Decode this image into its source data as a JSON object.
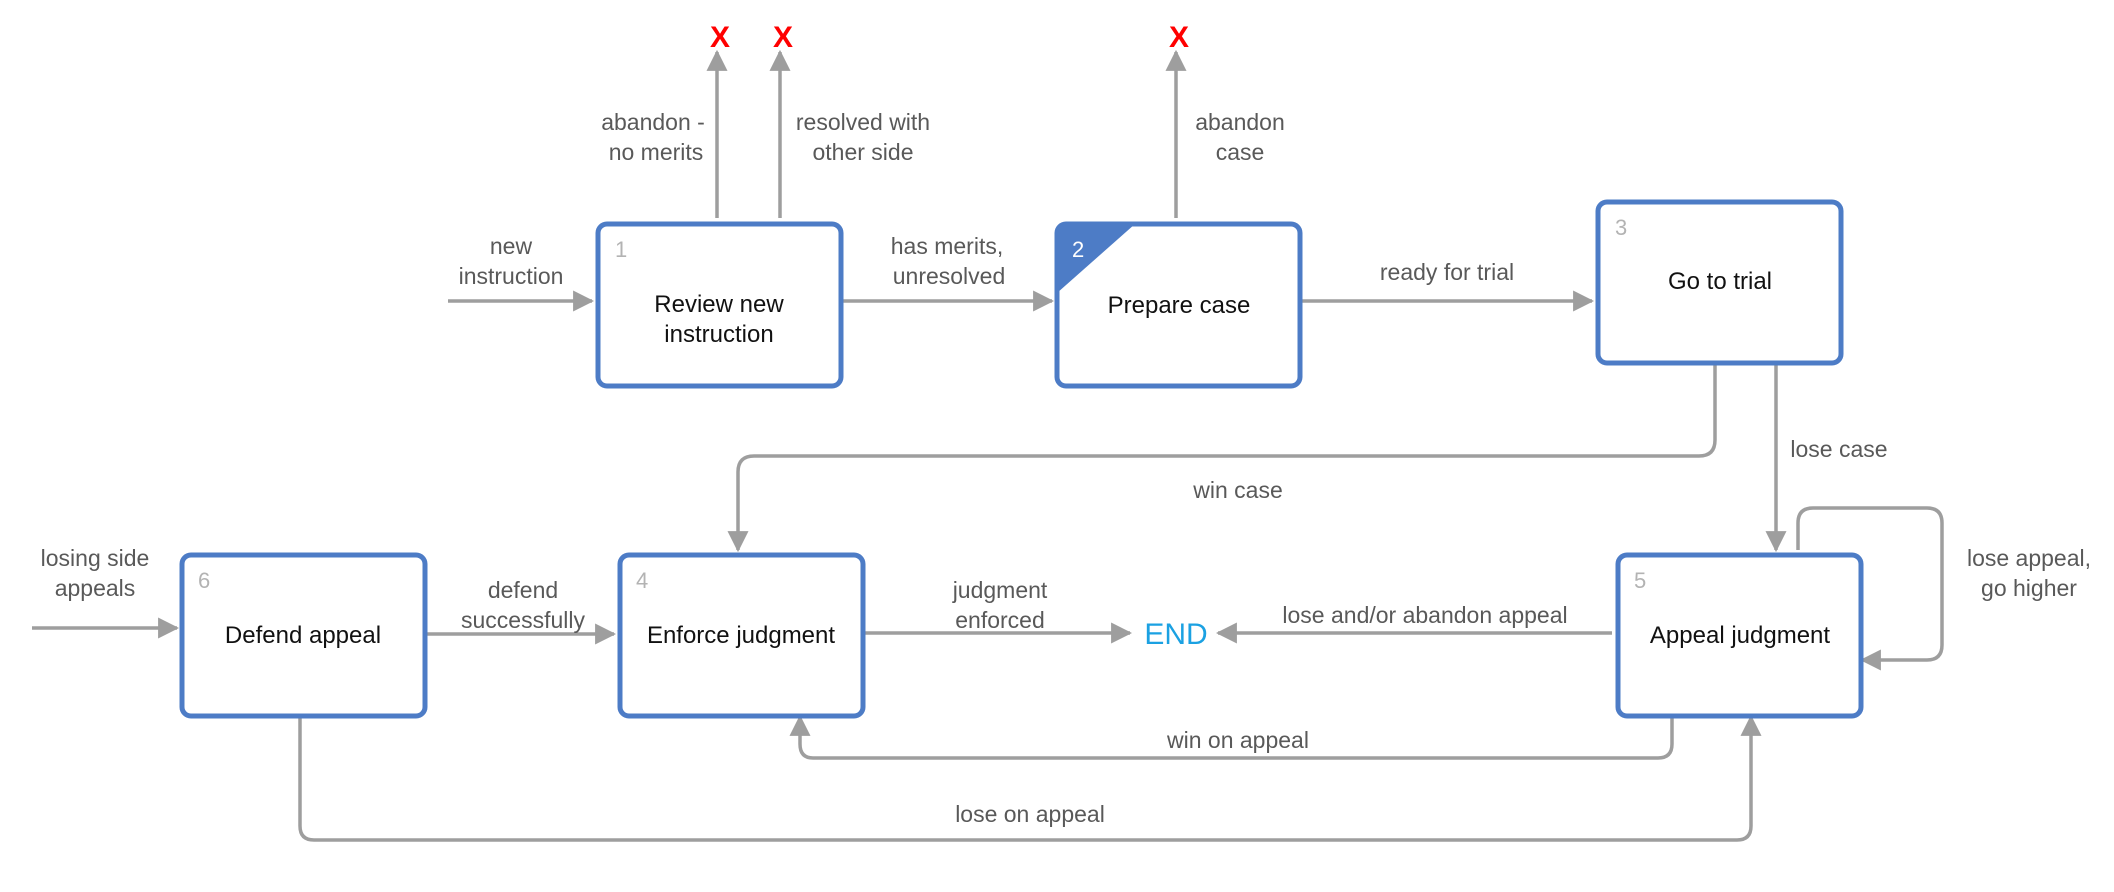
{
  "colors": {
    "box_border": "#4d7cc6",
    "active_badge": "#4d7cc6",
    "edge": "#9e9e9e",
    "terminal_x": "#ff0000",
    "end": "#1ba1e2"
  },
  "nodes": {
    "review": {
      "number": "1",
      "line1": "Review new",
      "line2": "instruction"
    },
    "prepare": {
      "number": "2",
      "title": "Prepare case",
      "active": true
    },
    "trial": {
      "number": "3",
      "title": "Go to trial"
    },
    "enforce": {
      "number": "4",
      "title": "Enforce judgment"
    },
    "appeal": {
      "number": "5",
      "title": "Appeal judgment"
    },
    "defend": {
      "number": "6",
      "title": "Defend appeal"
    },
    "end": {
      "label": "END"
    }
  },
  "terminals": {
    "x1": "X",
    "x2": "X",
    "x3": "X"
  },
  "edges": {
    "new_instruction": {
      "line1": "new",
      "line2": "instruction"
    },
    "abandon_no_merits": {
      "line1": "abandon -",
      "line2": "no merits"
    },
    "resolved_other_side": {
      "line1": "resolved with",
      "line2": "other side"
    },
    "has_merits": {
      "line1": "has merits,",
      "line2": "unresolved"
    },
    "abandon_case": {
      "line1": "abandon",
      "line2": "case"
    },
    "ready_for_trial": {
      "label": "ready for trial"
    },
    "lose_case": {
      "label": "lose case"
    },
    "win_case": {
      "label": "win case"
    },
    "losing_side_appeals": {
      "line1": "losing side",
      "line2": "appeals"
    },
    "defend_successfully": {
      "line1": "defend",
      "line2": "successfully"
    },
    "judgment_enforced": {
      "line1": "judgment",
      "line2": "enforced"
    },
    "lose_abandon_appeal": {
      "label": "lose and/or abandon appeal"
    },
    "lose_appeal_go_higher": {
      "line1": "lose appeal,",
      "line2": "go higher"
    },
    "win_on_appeal": {
      "label": "win on appeal"
    },
    "lose_on_appeal": {
      "label": "lose on appeal"
    }
  }
}
